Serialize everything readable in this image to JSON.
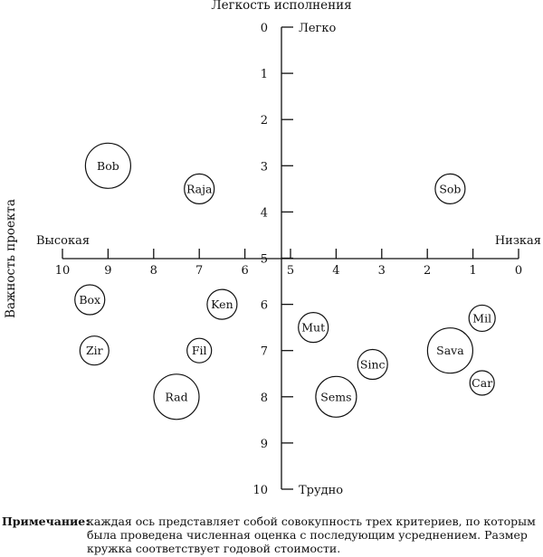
{
  "chart_data": {
    "type": "bubble",
    "title": "Легкость исполнения",
    "ylabel": "Важность проекта",
    "x_axis": {
      "name": "Важность проекта",
      "reversed": true,
      "range": [
        0,
        10
      ],
      "ticks": [
        "10",
        "9",
        "8",
        "7",
        "6",
        "5",
        "4",
        "3",
        "2",
        "1",
        "0"
      ],
      "end_labels": {
        "left": "Высокая",
        "right": "Низкая"
      }
    },
    "y_axis": {
      "name": "Легкость исполнения",
      "range": [
        0,
        10
      ],
      "inverted": true,
      "ticks": [
        "0",
        "1",
        "2",
        "3",
        "4",
        "5",
        "6",
        "7",
        "8",
        "9",
        "10"
      ],
      "end_labels": {
        "top": "Легко",
        "bottom": "Трудно"
      }
    },
    "points": [
      {
        "label": "Bob",
        "x": 9.0,
        "y": 3.0,
        "size": 1.0
      },
      {
        "label": "Raja",
        "x": 7.0,
        "y": 3.5,
        "size": 0.66
      },
      {
        "label": "Sob",
        "x": 1.5,
        "y": 3.5,
        "size": 0.66
      },
      {
        "label": "Box",
        "x": 9.4,
        "y": 5.9,
        "size": 0.66
      },
      {
        "label": "Ken",
        "x": 6.5,
        "y": 6.0,
        "size": 0.66
      },
      {
        "label": "Mut",
        "x": 4.5,
        "y": 6.5,
        "size": 0.66
      },
      {
        "label": "Mil",
        "x": 0.8,
        "y": 6.3,
        "size": 0.58
      },
      {
        "label": "Zir",
        "x": 9.3,
        "y": 7.0,
        "size": 0.64
      },
      {
        "label": "Fil",
        "x": 7.0,
        "y": 7.0,
        "size": 0.54
      },
      {
        "label": "Sava",
        "x": 1.5,
        "y": 7.0,
        "size": 1.0
      },
      {
        "label": "Sinc",
        "x": 3.2,
        "y": 7.3,
        "size": 0.66
      },
      {
        "label": "Car",
        "x": 0.8,
        "y": 7.7,
        "size": 0.54
      },
      {
        "label": "Rad",
        "x": 7.5,
        "y": 8.0,
        "size": 1.0
      },
      {
        "label": "Sems",
        "x": 4.0,
        "y": 8.0,
        "size": 0.9
      }
    ]
  },
  "note": {
    "label": "Примечание:",
    "text": "каждая ось представляет собой совокупность трех критериев, по которым была проведена численная оценка с последующим усреднением. Размер кружка соответствует годовой стоимости."
  }
}
